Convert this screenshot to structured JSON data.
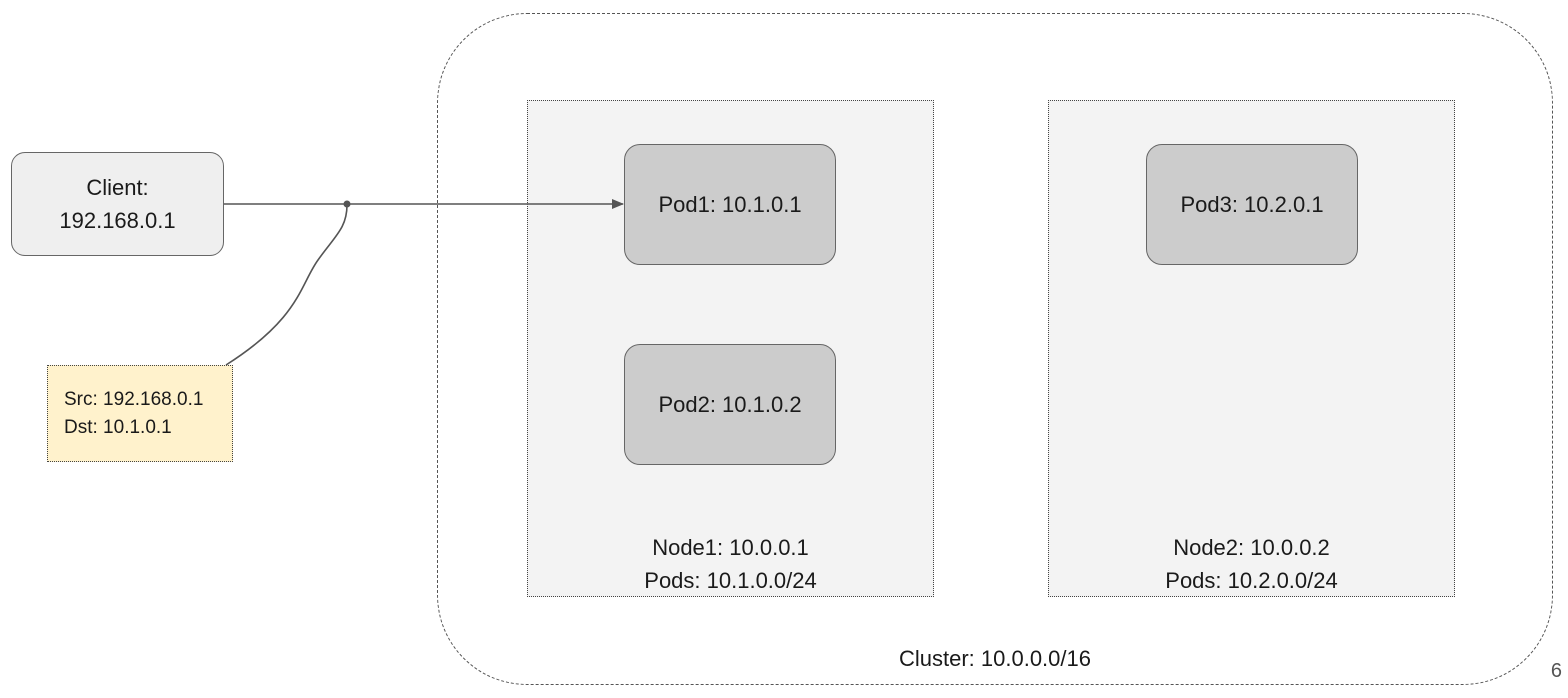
{
  "cluster": {
    "label": "Cluster: 10.0.0.0/16"
  },
  "nodes": [
    {
      "name": "Node1: 10.0.0.1",
      "pods": "Pods: 10.1.0.0/24"
    },
    {
      "name": "Node2: 10.0.0.2",
      "pods": "Pods: 10.2.0.0/24"
    }
  ],
  "pods": [
    {
      "label": "Pod1: 10.1.0.1"
    },
    {
      "label": "Pod2: 10.1.0.2"
    },
    {
      "label": "Pod3: 10.2.0.1"
    }
  ],
  "client": {
    "title": "Client:",
    "ip": "192.168.0.1"
  },
  "packet": {
    "src": "Src: 192.168.0.1",
    "dst": "Dst: 10.1.0.1"
  },
  "slide_number": "6",
  "colors": {
    "pod_fill": "#cccccc",
    "node_fill": "#f3f3f3",
    "client_fill": "#efefef",
    "packet_fill": "#fff2cc",
    "line": "#555555"
  }
}
